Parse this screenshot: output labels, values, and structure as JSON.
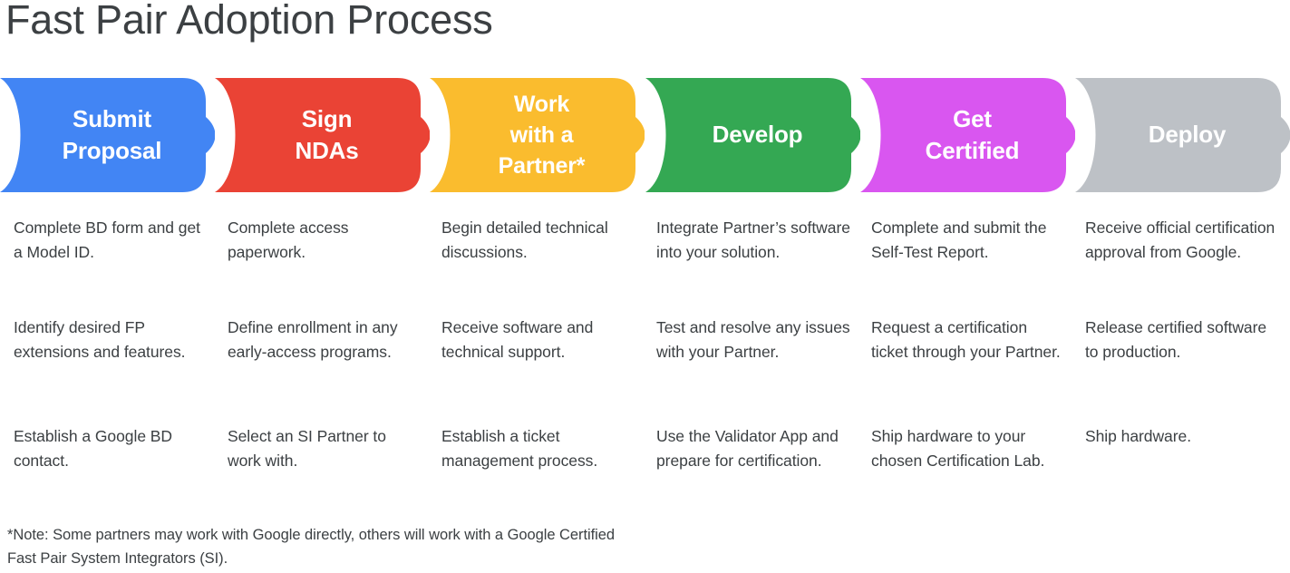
{
  "page": {
    "title": "Fast Pair Adoption Process",
    "background": "#ffffff",
    "text_color": "#3c4043"
  },
  "process": {
    "steps": [
      {
        "label": "Submit\nProposal",
        "color": "#4285f4",
        "name": "submit-proposal",
        "details": [
          "Complete BD form and get a Model ID.",
          "Identify desired FP extensions and features.",
          "Establish a Google BD contact."
        ]
      },
      {
        "label": "Sign\nNDAs",
        "color": "#ea4335",
        "name": "sign-ndas",
        "details": [
          "Complete access paperwork.",
          "Define enrollment in any early-access programs.",
          "Select an SI Partner to work with."
        ]
      },
      {
        "label": "Work\nwith a\nPartner*",
        "color": "#fabc2e",
        "name": "work-with-a-partner",
        "details": [
          "Begin detailed technical discussions.",
          "Receive software and technical support.",
          "Establish a ticket management process."
        ]
      },
      {
        "label": "Develop",
        "color": "#34a853",
        "name": "develop",
        "details": [
          "Integrate Partner’s software into your solution.",
          "Test and resolve any issues with your Partner.",
          "Use the Validator App and prepare for certification."
        ]
      },
      {
        "label": "Get\nCertified",
        "color": "#d956f0",
        "name": "get-certified",
        "details": [
          "Complete and submit the Self-Test Report.",
          "Request a certification ticket through your Partner.",
          "Ship hardware to your chosen Certification Lab."
        ]
      },
      {
        "label": "Deploy",
        "color": "#bdc1c6",
        "name": "deploy",
        "details": [
          "Receive official certification approval from Google.",
          "Release certified software to production.",
          "Ship hardware."
        ]
      }
    ]
  },
  "footnote": {
    "text": "*Note: Some partners may work with Google directly, others will work with a Google Certified Fast Pair System Integrators (SI)."
  }
}
